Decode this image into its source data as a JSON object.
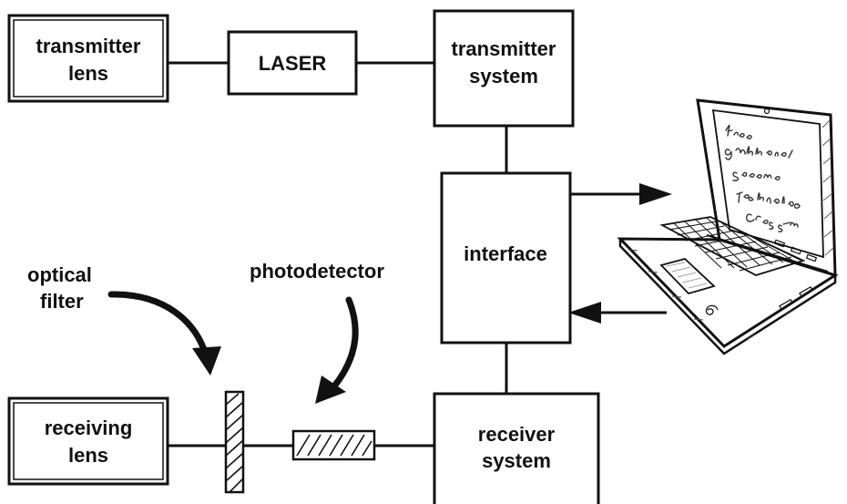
{
  "diagram": {
    "transmitter_lens": [
      "transmitter",
      "lens"
    ],
    "laser": "LASER",
    "transmitter_system": [
      "transmitter",
      "system"
    ],
    "interface": "interface",
    "receiving_lens": [
      "receiving",
      "lens"
    ],
    "receiver_system": [
      "receiver",
      "system"
    ],
    "optical_filter": [
      "optical",
      "filter"
    ],
    "photodetector": "photodetector"
  },
  "laptop": {
    "screen_scribble_lines": [
      "Free",
      "Gmbh",
      "Science",
      "Technology",
      "Cross"
    ]
  }
}
